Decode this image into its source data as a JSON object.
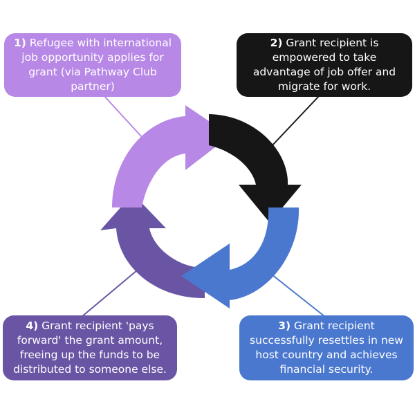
{
  "steps": [
    {
      "num": "1)",
      "text": "Refugee with international job opportunity applies for grant (via Pathway Club partner)",
      "color": "#b888e6"
    },
    {
      "num": "2)",
      "text": "Grant recipient is empowered to take advantage of job offer and migrate for work.",
      "color": "#161616"
    },
    {
      "num": "3)",
      "text": "Grant recipient successfully resettles in new host country and achieves financial security.",
      "color": "#4b78cf"
    },
    {
      "num": "4)",
      "text": "Grant recipient 'pays forward' the grant amount, freeing up the funds to be distributed to someone else.",
      "color": "#6a55a4"
    }
  ]
}
